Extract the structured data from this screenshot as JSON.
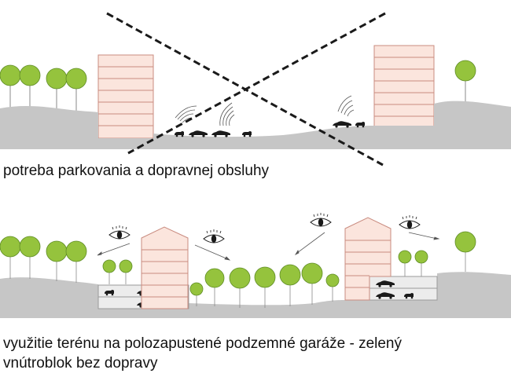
{
  "captions": {
    "top": "potreba parkovania a dopravnej obsluhy",
    "bottom_line1": "využitie terénu na polozapustené podzemné garáže - zelený",
    "bottom_line2": "vnútroblok bez dopravy"
  },
  "colors": {
    "ground": "#c6c6c6",
    "building_fill": "#fbe5dd",
    "building_stroke": "#c98c80",
    "tree_crown": "#95c33d",
    "tree_crown_stroke": "#5f8c26",
    "garage_fill": "#ececec",
    "cross_line": "#1a1a1a"
  },
  "icons": {
    "cross": "dashed-x-cross-icon",
    "eye": "eye-icon",
    "car": "car-icon",
    "noise": "noise-wave-icon",
    "tree": "tree-icon"
  }
}
